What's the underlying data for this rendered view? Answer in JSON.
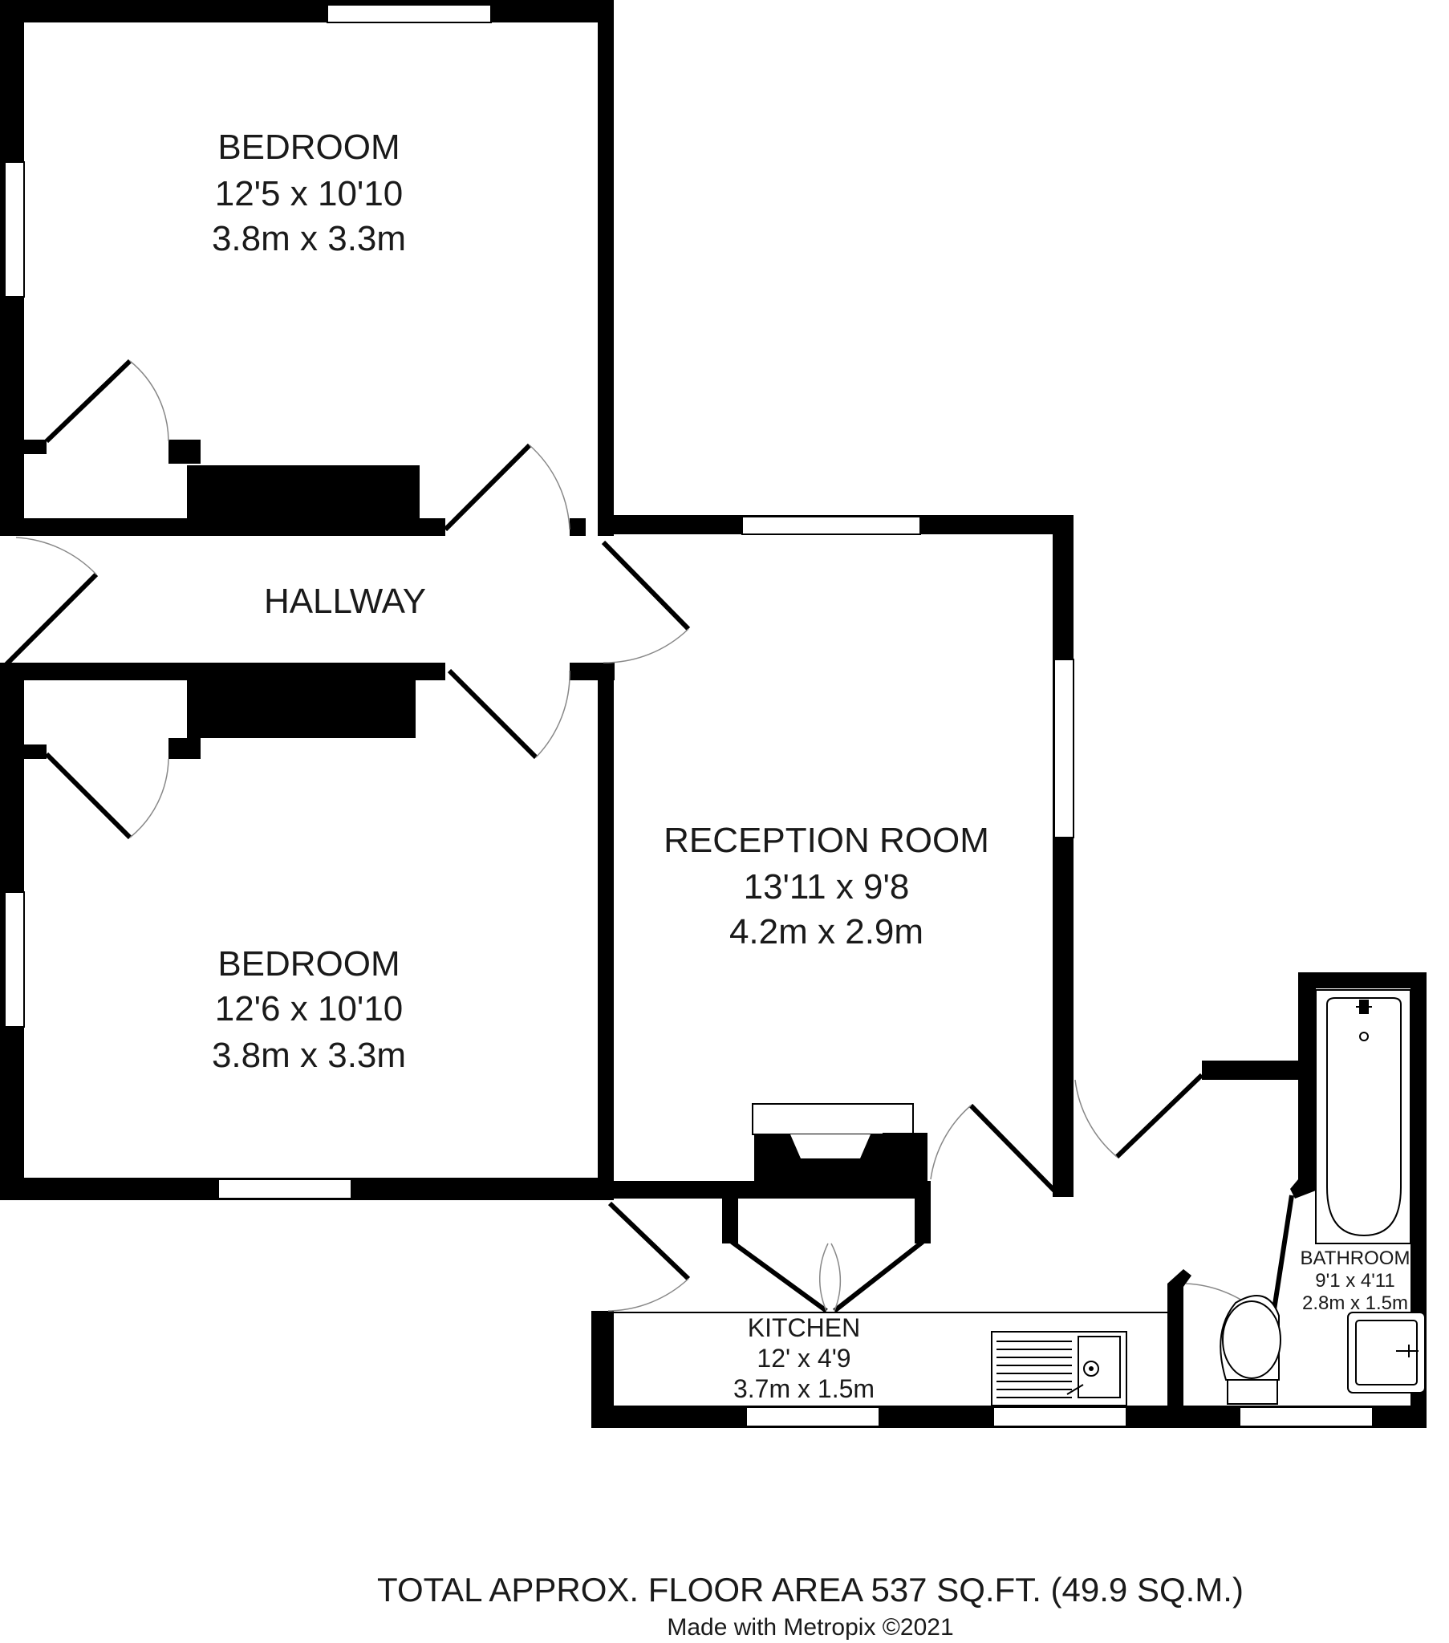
{
  "rooms": {
    "bedroom1": {
      "name": "BEDROOM",
      "imperial": "12'5 x 10'10",
      "metric": "3.8m x 3.3m"
    },
    "hallway": {
      "name": "HALLWAY"
    },
    "bedroom2": {
      "name": "BEDROOM",
      "imperial": "12'6 x 10'10",
      "metric": "3.8m x 3.3m"
    },
    "reception": {
      "name": "RECEPTION ROOM",
      "imperial": "13'11 x 9'8",
      "metric": "4.2m x 2.9m"
    },
    "kitchen": {
      "name": "KITCHEN",
      "imperial": "12' x 4'9",
      "metric": "3.7m x 1.5m"
    },
    "bathroom": {
      "name": "BATHROOM",
      "imperial": "9'1 x 4'11",
      "metric": "2.8m x 1.5m"
    }
  },
  "footer": {
    "total_area": "TOTAL APPROX. FLOOR AREA 537 SQ.FT. (49.9 SQ.M.)",
    "credit": "Made with Metropix ©2021"
  }
}
